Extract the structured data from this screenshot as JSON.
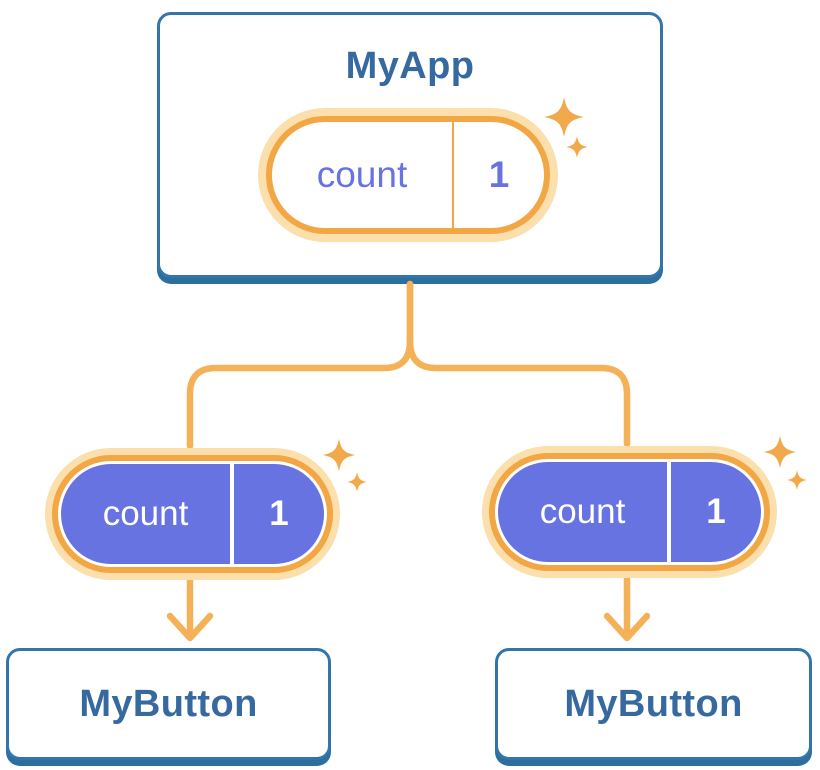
{
  "tree": {
    "root": {
      "title": "MyApp",
      "state": {
        "name": "count",
        "value": "1"
      }
    },
    "children": [
      {
        "title": "MyButton",
        "state": {
          "name": "count",
          "value": "1"
        }
      },
      {
        "title": "MyButton",
        "state": {
          "name": "count",
          "value": "1"
        }
      }
    ]
  },
  "colors": {
    "card_border": "#3375AA",
    "card_shadow": "#2C6E9E",
    "heading_text": "#35699F",
    "state_pill_purple": "#6673E0",
    "pill_text_on_purple": "#FFFFFF",
    "orange_ring": "#F2A644",
    "orange_halo": "#FBDFAC",
    "orange_connector": "#F4B158",
    "sparkle": "#F2A94C"
  },
  "icons": {
    "sparkle": "four-point-star",
    "arrow": "down-arrow"
  }
}
